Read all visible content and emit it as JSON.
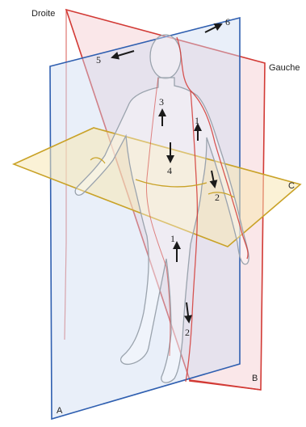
{
  "labels": {
    "right": "Droite",
    "left": "Gauche",
    "plane_a": "A",
    "plane_b": "B",
    "plane_c": "C"
  },
  "direction_numbers": [
    "1",
    "2",
    "3",
    "4",
    "5",
    "6"
  ],
  "colors": {
    "plane_a_stroke": "#2f5fb0",
    "plane_a_fill": "#cfdcf2",
    "plane_b_stroke": "#d23a35",
    "plane_b_fill": "#f3c9ce",
    "plane_c_stroke": "#c9a227",
    "plane_c_fill": "#f7e7b5",
    "body_outline": "#9aa3ad",
    "arrow": "#1a1a1a"
  }
}
